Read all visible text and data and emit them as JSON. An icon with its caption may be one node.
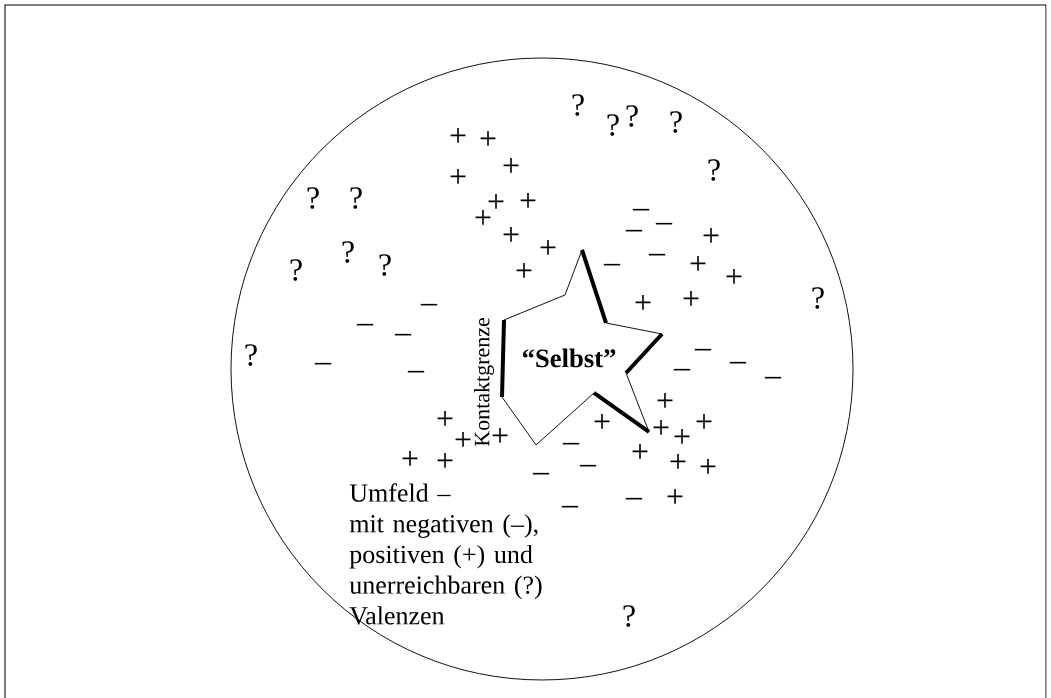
{
  "diagram": {
    "nodes": [
      {
        "text": [
          "Umfeld –",
          "mit negativen (–), positiven (+) und unerreichbaren (?) Valenzen"
        ]
      },
      {
        "text": [
          "“Selbst”"
        ],
        "in": 0,
        "beside": [
          "Kontaktgrenze"
        ]
      }
    ],
    "labels": [
      "?",
      "?",
      "?",
      "?",
      "+",
      "+",
      "+",
      "+",
      "?",
      "?",
      "?",
      "+",
      "+",
      "–",
      "+",
      "–",
      "+",
      "+",
      "?",
      "–",
      "+",
      "+",
      "+",
      "?",
      "+",
      "–",
      "?",
      "+",
      "+",
      "–",
      "+",
      "–",
      "–",
      "–",
      "?",
      "–",
      "–",
      "–",
      "–",
      "?",
      "–",
      "–",
      "+",
      "+",
      "+",
      "+",
      "+",
      "+",
      "+",
      "+",
      "+",
      "+",
      "–",
      "+",
      "+",
      "–",
      "+",
      "–",
      "–",
      "–",
      "?"
    ]
  }
}
